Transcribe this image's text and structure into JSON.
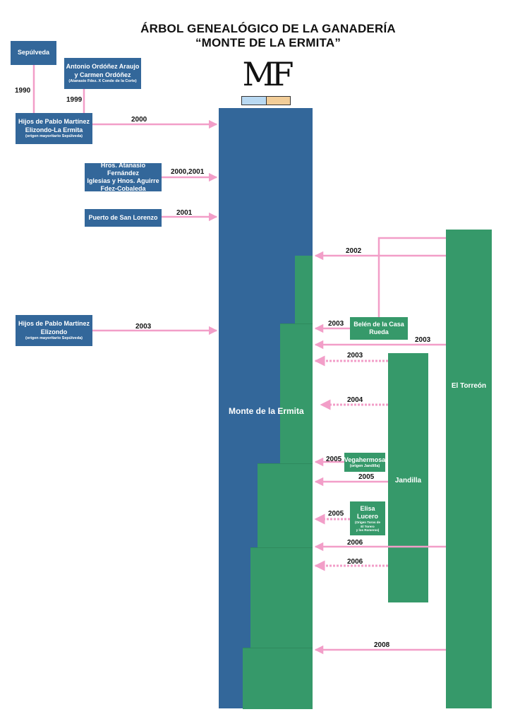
{
  "title": {
    "line1": "ÁRBOL GENEALÓGICO DE LA GANADERÍA",
    "line2": "“MONTE DE LA ERMITA”"
  },
  "logo": {
    "text": "MF",
    "colors": [
      "#b9d9f2",
      "#f2cd98"
    ]
  },
  "sources": {
    "sepulveda": {
      "label": "Sepúlveda"
    },
    "ordonez": {
      "line1": "Antonio Ordóñez Araujo",
      "line2": "y Carmen Ordóñez",
      "note": "(Atanasio Fdez. X Conde de la Corte)"
    },
    "hijos1": {
      "line1": "Hijos de Pablo Martínez",
      "line2": "Elizondo-La Ermita",
      "note": "(origen mayoritario Sepúlveda)"
    },
    "atanasio": {
      "line1": "Hros. Atanasio Fernández",
      "line2": "Iglesias y Hnos. Aguirre",
      "line3": "Fdez-Cobaleda"
    },
    "puerto": {
      "label": "Puerto de San Lorenzo"
    },
    "hijos2": {
      "line1": "Hijos de Pablo Martínez",
      "line2": "Elizondo",
      "note": "(origen mayoritario Sepúlveda)"
    },
    "belen": {
      "line1": "Belén de la Casa",
      "line2": "Rueda"
    },
    "vegahermosa": {
      "label": "Vegahermosa",
      "note": "(origen Jandilla)"
    },
    "elisa": {
      "line1": "Elisa",
      "line2": "Lucero",
      "note1": "(Origen Toros de",
      "note2": "El Torero",
      "note3": "y los Romeros)"
    }
  },
  "columns": {
    "main": "Monte de la Ermita",
    "torreon": "El Torreón",
    "jandilla": "Jandilla"
  },
  "years": {
    "y1990": "1990",
    "y1999": "1999",
    "y2000": "2000",
    "y2000_2001": "2000,2001",
    "y2001": "2001",
    "y2002": "2002",
    "y2003a": "2003",
    "y2003b": "2003",
    "y2003c": "2003",
    "y2003d": "2003",
    "y2004": "2004",
    "y2005a": "2005",
    "y2005b": "2005",
    "y2005c": "2005",
    "y2006a": "2006",
    "y2006b": "2006",
    "y2008": "2008"
  },
  "colors": {
    "blue": "#33679a",
    "green": "#36996a",
    "arrow": "#f29ec8"
  }
}
